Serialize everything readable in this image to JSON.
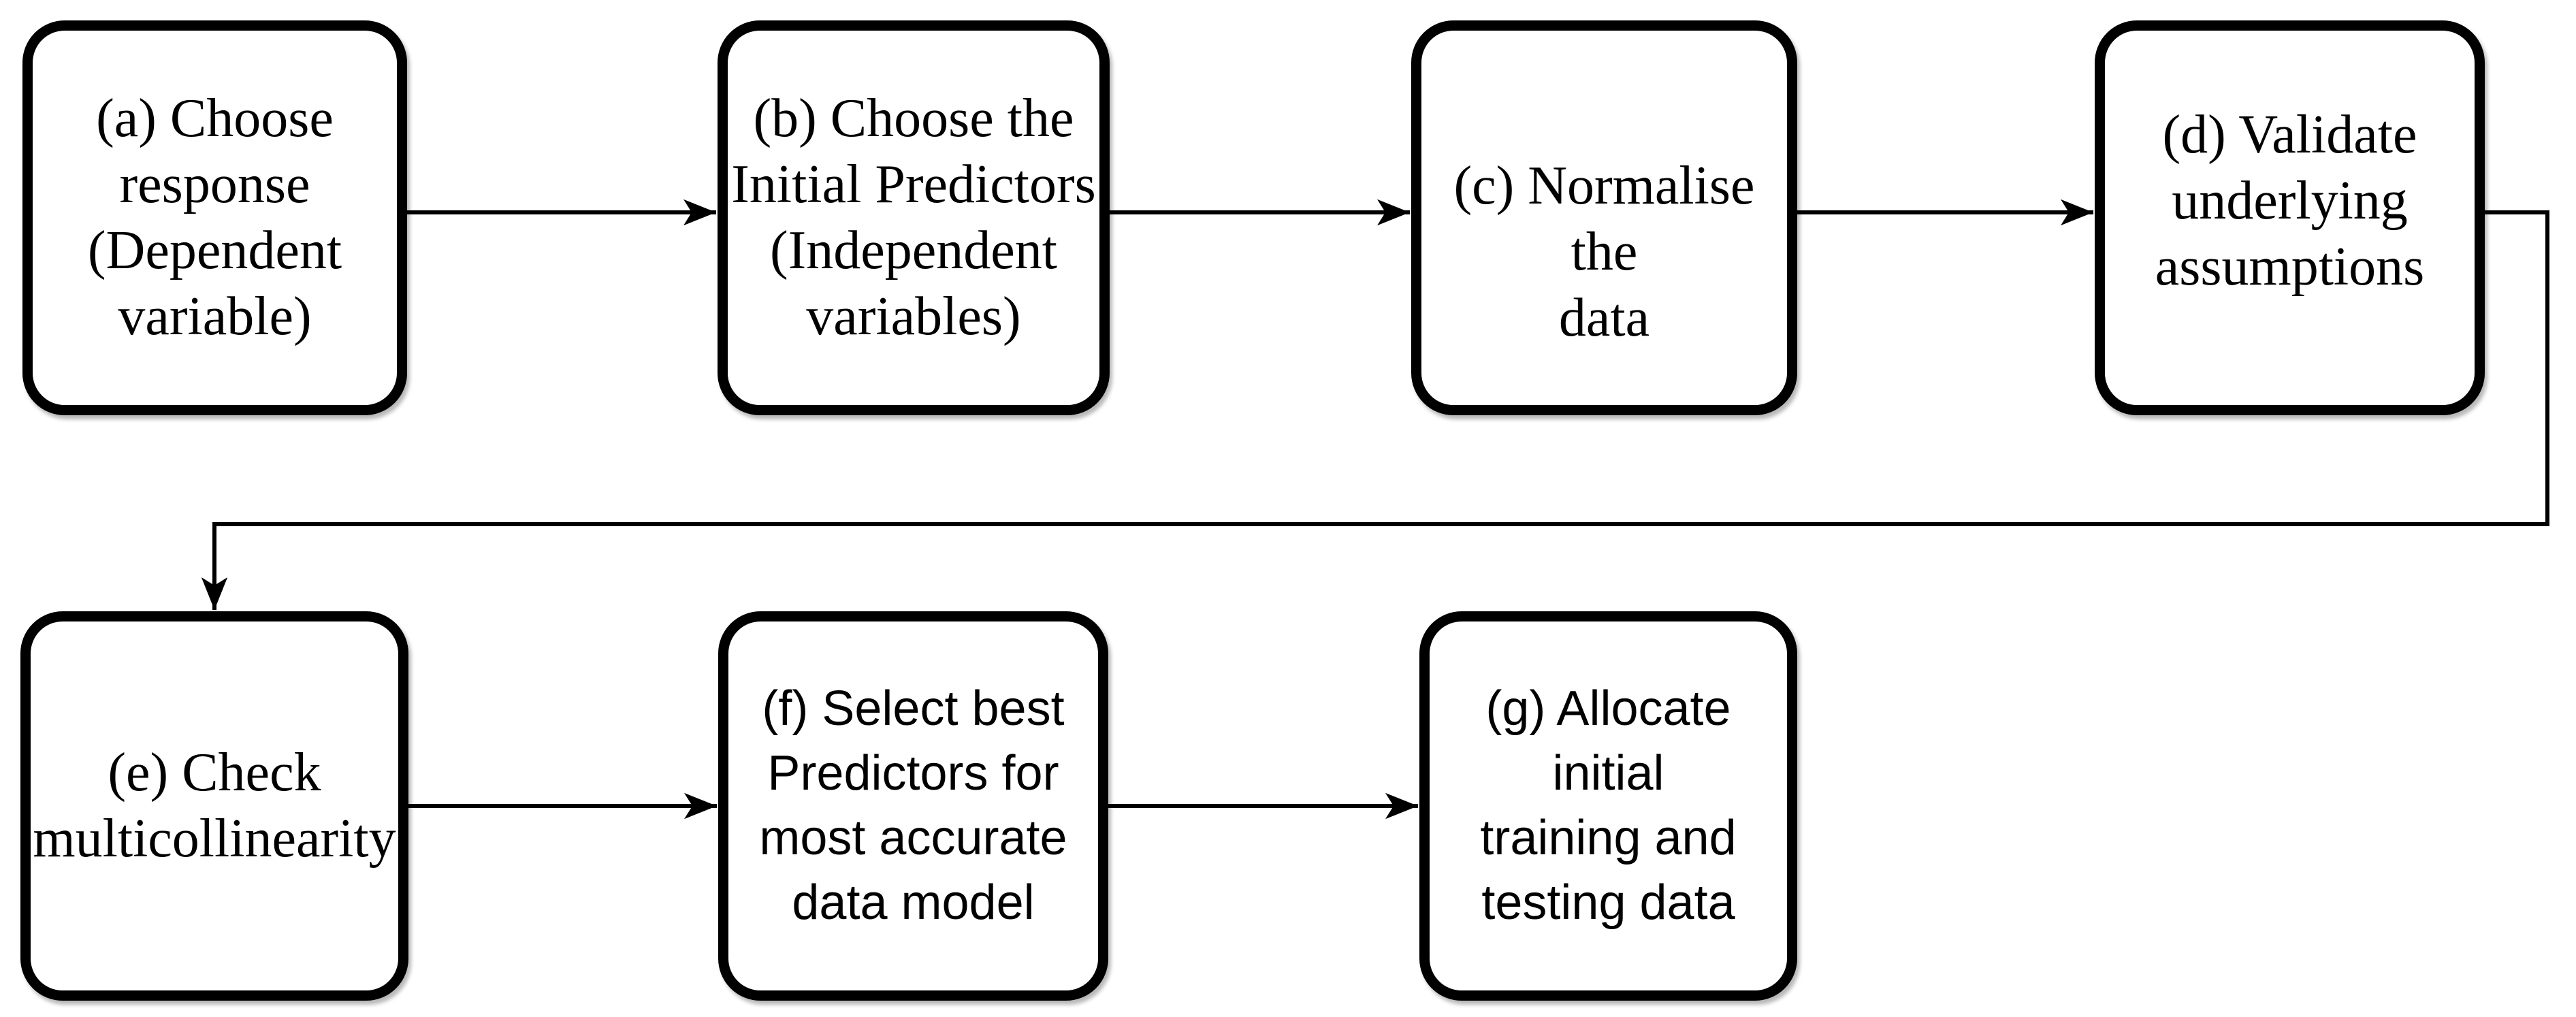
{
  "diagram": {
    "type": "flowchart",
    "background_color": "#ffffff",
    "node_border_color": "#000000",
    "node_fill_color": "#ffffff",
    "text_color": "#000000",
    "nodes": [
      {
        "id": "a",
        "label": "(a) Choose\nresponse\n(Dependent\nvariable)"
      },
      {
        "id": "b",
        "label": "(b) Choose the\nInitial Predictors\n(Independent\nvariables)"
      },
      {
        "id": "c",
        "label": "(c) Normalise the\ndata"
      },
      {
        "id": "d",
        "label": "(d) Validate\nunderlying\nassumptions"
      },
      {
        "id": "e",
        "label": "(e) Check\nmulticollinearity"
      },
      {
        "id": "f",
        "label": "(f) Select best\nPredictors for\nmost accurate\ndata model"
      },
      {
        "id": "g",
        "label": "(g) Allocate initial\ntraining and\ntesting data"
      }
    ],
    "edges": [
      {
        "from": "a",
        "to": "b"
      },
      {
        "from": "b",
        "to": "c"
      },
      {
        "from": "c",
        "to": "d"
      },
      {
        "from": "d",
        "to": "e"
      },
      {
        "from": "e",
        "to": "f"
      },
      {
        "from": "f",
        "to": "g"
      }
    ]
  }
}
